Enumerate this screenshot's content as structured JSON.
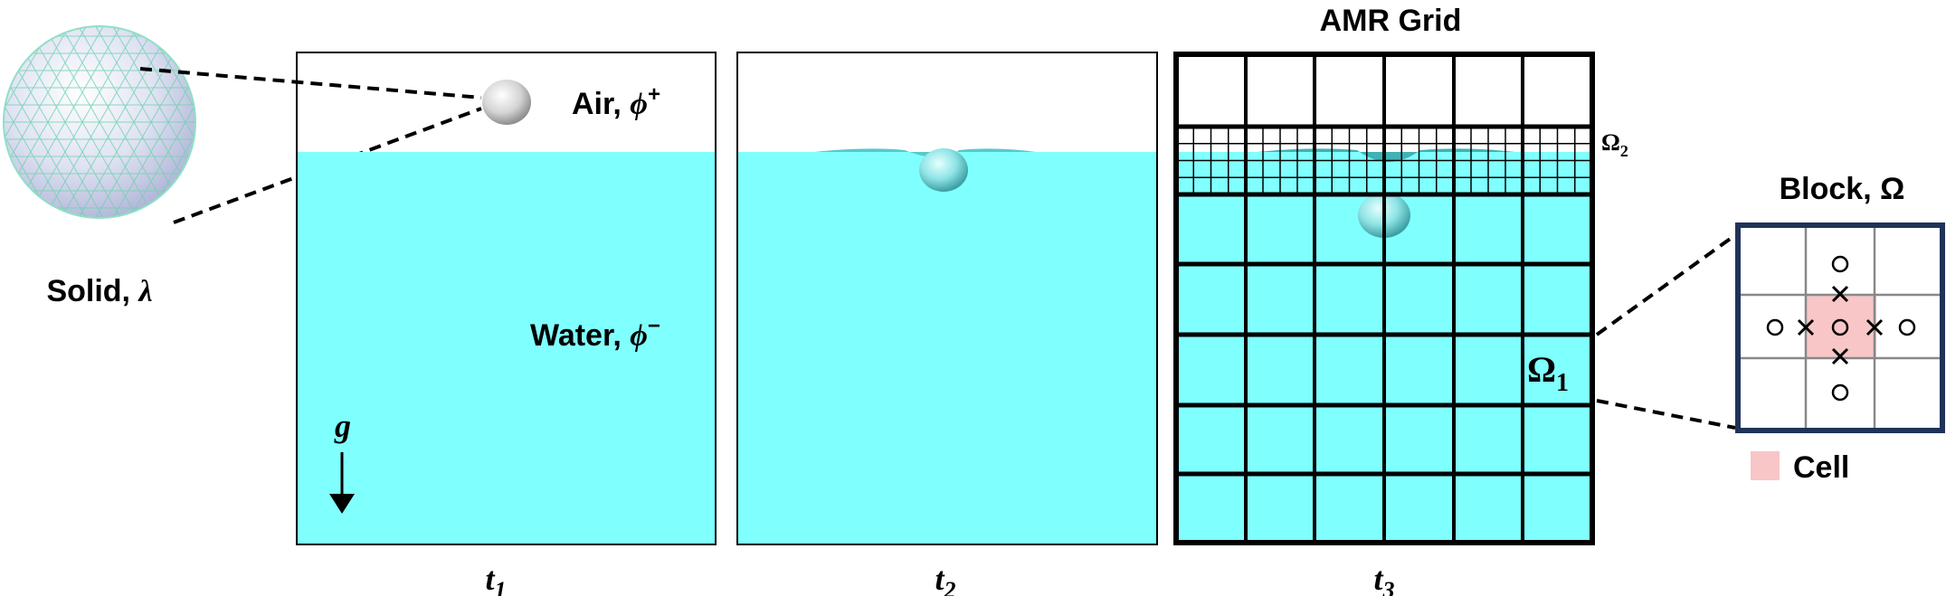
{
  "colors": {
    "water": "#80ffff",
    "water_dark": "#3fb7bb",
    "sphere_gray": "#d9d9d9",
    "block_border": "#1f3358",
    "cell_fill": "#f8c6c6",
    "grid_line": "#000000"
  },
  "solid": {
    "label": "Solid, ",
    "symbol": "λ"
  },
  "panel1": {
    "air_label": "Air, ",
    "air_symbol": "ϕ",
    "air_sup": "+",
    "water_label": "Water, ",
    "water_symbol": "ϕ",
    "water_sup": "−",
    "gravity_symbol": "g",
    "time_symbol": "t",
    "time_sub": "1"
  },
  "panel2": {
    "time_symbol": "t",
    "time_sub": "2"
  },
  "panel3": {
    "title": "AMR Grid",
    "omega2_symbol": "Ω",
    "omega2_sub": "2",
    "omega1_symbol": "Ω",
    "omega1_sub": "1",
    "time_symbol": "t",
    "time_sub": "3"
  },
  "block": {
    "title": "Block, Ω",
    "legend_label": "Cell"
  }
}
